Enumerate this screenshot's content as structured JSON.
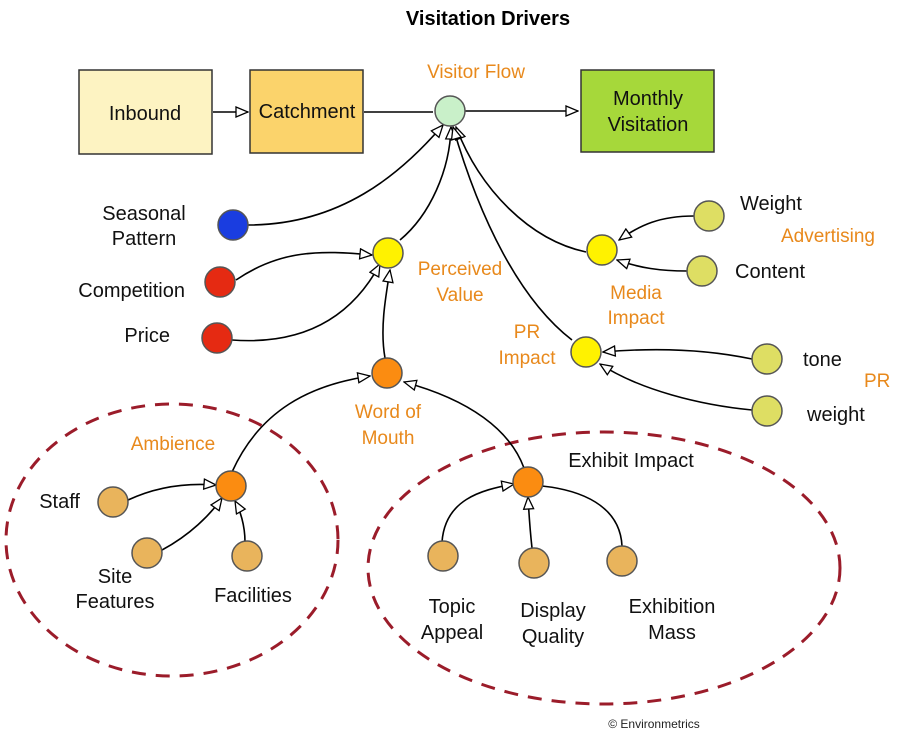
{
  "title": "Visitation Drivers",
  "credit": "© Environmetrics",
  "colors": {
    "stock_light": "#fdf3c2",
    "stock_medium": "#fbd36b",
    "stock_green": "#a6d83a",
    "flow_node": "#c9f0c9",
    "seasonal": "#1a3de0",
    "red_driver": "#e52a12",
    "yellow_aux": "#fff200",
    "khaki_input": "#dede63",
    "orange_aux": "#fb8c11",
    "tan_input": "#e9b45c",
    "orange_label": "#e8891c",
    "loop_border": "#9b1c2a"
  },
  "stocks": {
    "inbound": "Inbound",
    "catchment": "Catchment",
    "monthly_line1": "Monthly",
    "monthly_line2": "Visitation"
  },
  "labels": {
    "visitor_flow": "Visitor Flow",
    "seasonal_line1": "Seasonal",
    "seasonal_line2": "Pattern",
    "competition": "Competition",
    "price": "Price",
    "perceived_line1": "Perceived",
    "perceived_line2": "Value",
    "weight": "Weight",
    "advertising": "Advertising",
    "content": "Content",
    "media_line1": "Media",
    "media_line2": "Impact",
    "pr_line1": "PR",
    "pr_line2": "Impact",
    "tone": "tone",
    "pr": "PR",
    "weight_lower": "weight",
    "wom_line1": "Word of",
    "wom_line2": "Mouth",
    "ambience": "Ambience",
    "staff": "Staff",
    "site_line1": "Site",
    "site_line2": "Features",
    "facilities": "Facilities",
    "exhibit_impact": "Exhibit Impact",
    "topic_line1": "Topic",
    "topic_line2": "Appeal",
    "display_line1": "Display",
    "display_line2": "Quality",
    "exhibition_line1": "Exhibition",
    "exhibition_line2": "Mass"
  }
}
